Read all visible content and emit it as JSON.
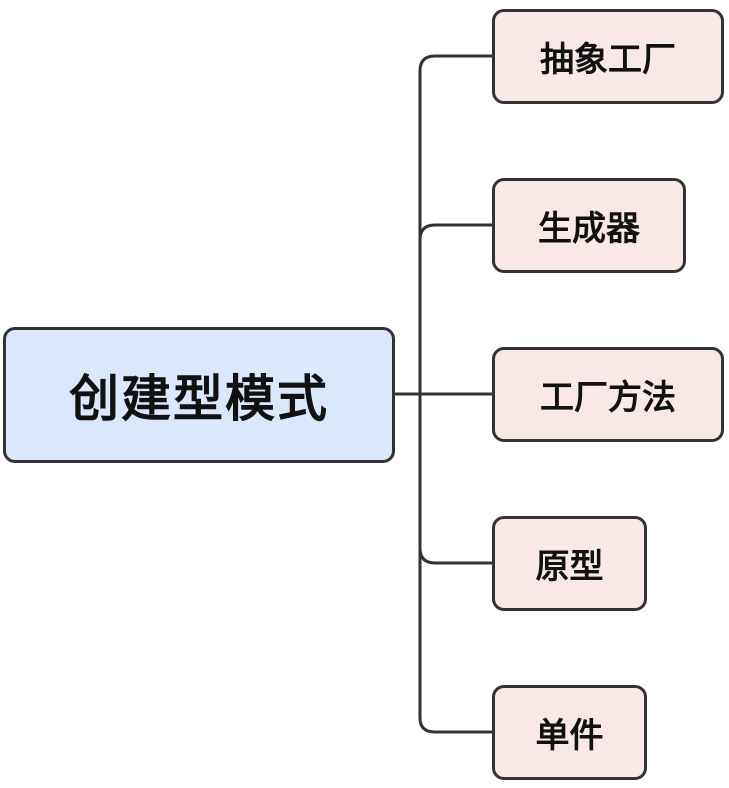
{
  "root": {
    "label": "创建型模式",
    "fill": "#dbe8fb"
  },
  "children": [
    {
      "label": "抽象工厂"
    },
    {
      "label": "生成器"
    },
    {
      "label": "工厂方法"
    },
    {
      "label": "原型"
    },
    {
      "label": "单件"
    }
  ],
  "colors": {
    "child_fill": "#f8e9e6",
    "stroke": "#333333"
  }
}
